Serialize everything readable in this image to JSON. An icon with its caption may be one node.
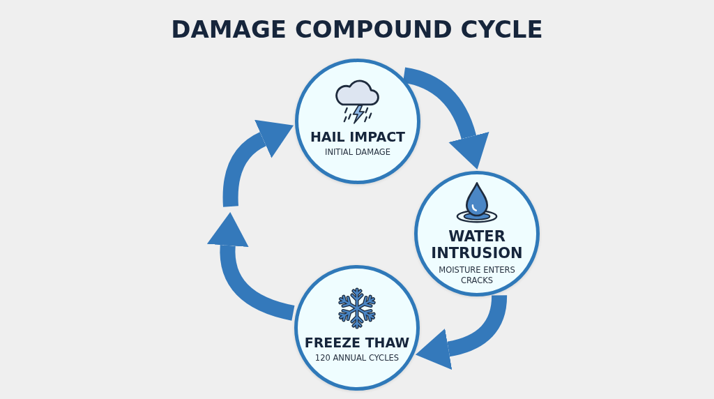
{
  "diagram": {
    "title": "DAMAGE COMPOUND CYCLE",
    "nodes": [
      {
        "text": [
          "HAIL IMPACT",
          "INITIAL DAMAGE"
        ]
      },
      {
        "text": [
          "WATER INTRUSION",
          "MOISTURE ENTERS CRACKS"
        ]
      },
      {
        "text": [
          "FREEZE THAW",
          "120 ANNUAL CYCLES"
        ]
      }
    ],
    "edges": [
      {
        "from": 0,
        "to": 1,
        "arrow": "to"
      },
      {
        "from": 1,
        "to": 2,
        "arrow": "to"
      },
      {
        "from": 2,
        "to": null,
        "arrow": "to"
      },
      {
        "from": null,
        "to": 0,
        "arrow": "to"
      }
    ]
  }
}
